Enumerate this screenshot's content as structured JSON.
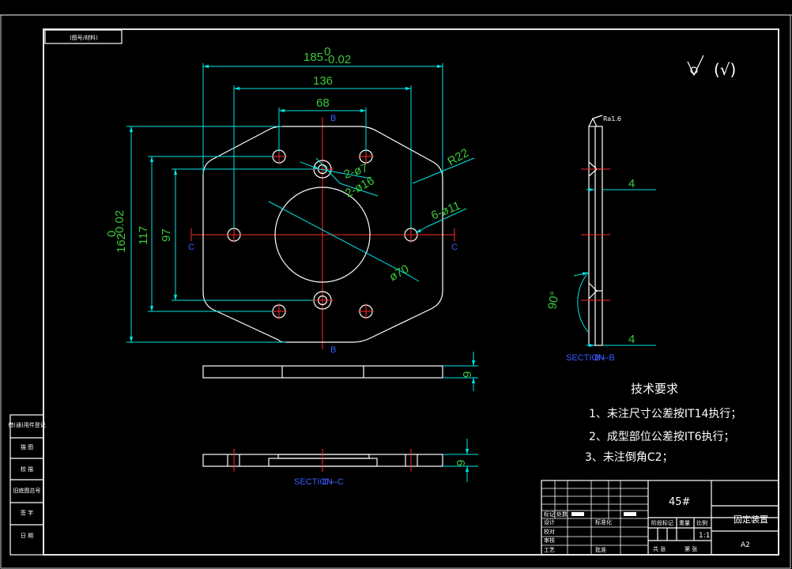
{
  "stamp": "(图号/材料)",
  "roughness_note": "(√)",
  "surface_roughness": "Ra1.6",
  "front_view": {
    "dims": {
      "width_overall": "185",
      "width_tol_upper": "0",
      "width_tol_lower": "-0.02",
      "width_136": "136",
      "width_68": "68",
      "height_overall": "162",
      "height_tol_upper": "0",
      "height_tol_lower": "-0.02",
      "height_117": "117",
      "height_97": "97",
      "radius_r22": "R22",
      "callout_holes_7": "2-ø7",
      "callout_holes_16": "2-ø16",
      "callout_holes_11": "6-ø11",
      "bore_diameter": "ø70"
    },
    "section_marks": {
      "b_top": "B",
      "b_bottom": "B",
      "c_left": "C",
      "c_right": "C"
    }
  },
  "side_view": {
    "label_prefix": "SECTION",
    "label_name": "B—B",
    "dim_top": "4",
    "dim_bottom": "4",
    "angle": "90°"
  },
  "bottom_views": {
    "thickness_top": "9",
    "thickness_bottom": "9",
    "section_label_prefix": "SECTION",
    "section_label_name": "C—C"
  },
  "requirements": {
    "heading": "技术要求",
    "items": [
      "1、未注尺寸公差按IT14执行；",
      "2、成型部位公差按IT6执行；",
      "3、未注倒角C2；"
    ]
  },
  "title_block": {
    "material": "45#",
    "part_name": "固定装置",
    "sheet_size": "A2",
    "scale": "1:1",
    "labels": {
      "mark": "标记",
      "count": "处数",
      "process": "工艺",
      "approve": "批准",
      "stage": "阶段标记",
      "weight": "重量",
      "ratio": "比例",
      "design": "设计",
      "standardize": "标准化",
      "proofread": "校对",
      "review": "审核",
      "total": "共 张",
      "sheet": "第 张"
    }
  },
  "left_strip": {
    "labels": [
      "借(通)用件登记",
      "描 图",
      "校 描",
      "旧底图总号",
      "签 字",
      "日 期"
    ]
  }
}
